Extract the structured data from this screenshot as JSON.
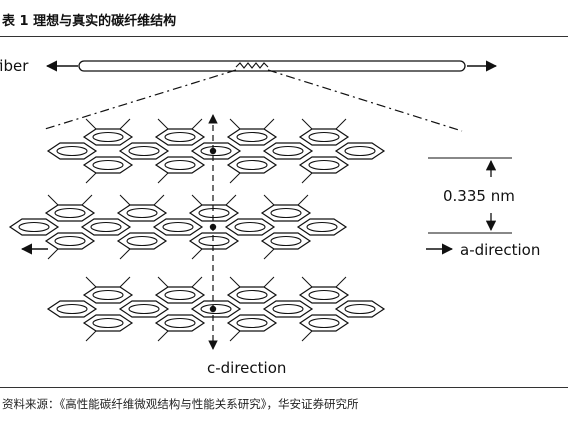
{
  "table_title": "表 1  理想与真实的碳纤维结构",
  "labels": {
    "fiber": "fiber",
    "spacing": "0.335 nm",
    "a_direction": "a-direction",
    "c_direction": "c-direction"
  },
  "caption": "资料来源：《高性能碳纤维微观结构与性能关系研究》，华安证券研究所",
  "colors": {
    "line": "#111111",
    "background": "#ffffff"
  }
}
